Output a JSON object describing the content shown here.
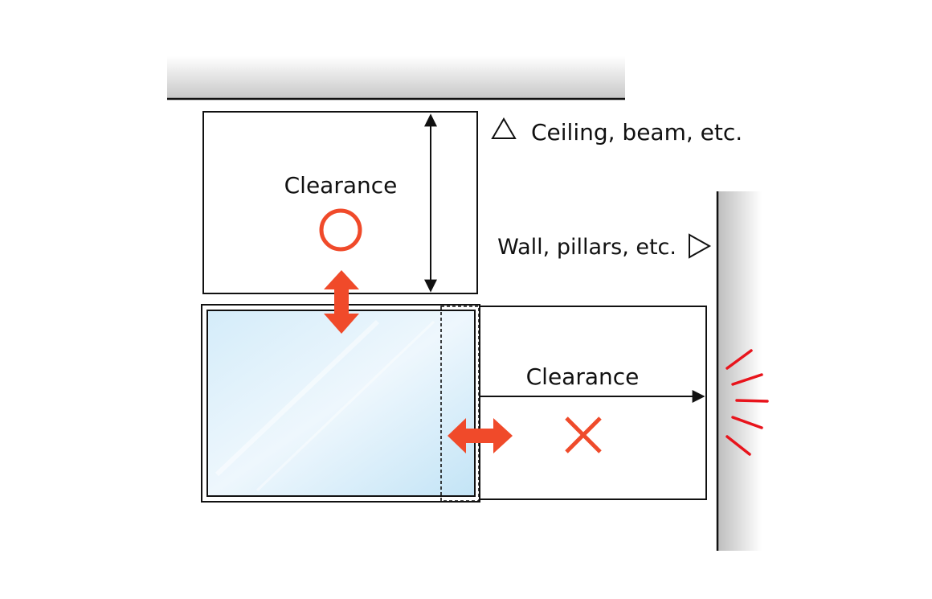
{
  "labels": {
    "ceiling": "Ceiling, beam, etc.",
    "wall": "Wall, pillars, etc.",
    "clearance_top": "Clearance",
    "clearance_side": "Clearance"
  },
  "symbols": {
    "ok": "circle-ok-icon",
    "ng": "cross-ng-icon",
    "ceiling_marker": "triangle-up-icon",
    "wall_marker": "triangle-right-icon"
  },
  "colors": {
    "accent": "#f04a2a",
    "ng": "#ef4b2b",
    "impact": "#e8141c",
    "line": "#111111",
    "panel_fill_light": "#eef7fd",
    "panel_fill_dark": "#bfe3f7"
  }
}
